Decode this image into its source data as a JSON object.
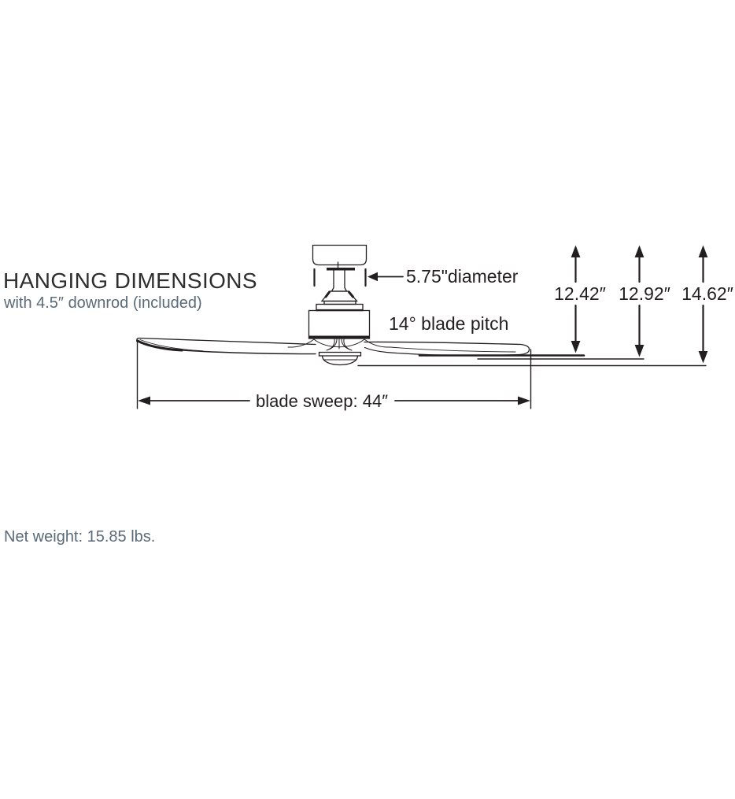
{
  "header": {
    "title": "HANGING DIMENSIONS",
    "subtitle": "with 4.5″ downrod (included)"
  },
  "diagram": {
    "downrod_diameter_label": "5.75\"diameter",
    "blade_pitch_label": "14° blade pitch",
    "blade_sweep_label": "blade sweep: 44″",
    "heights": [
      "12.42″",
      "12.92″",
      "14.62″"
    ]
  },
  "footer": {
    "net_weight_label": "Net weight: 15.85 lbs."
  },
  "colors": {
    "line": "#231f20",
    "title_text": "#2e2e2e",
    "accent_text": "#5a6a78",
    "background": "#ffffff"
  }
}
